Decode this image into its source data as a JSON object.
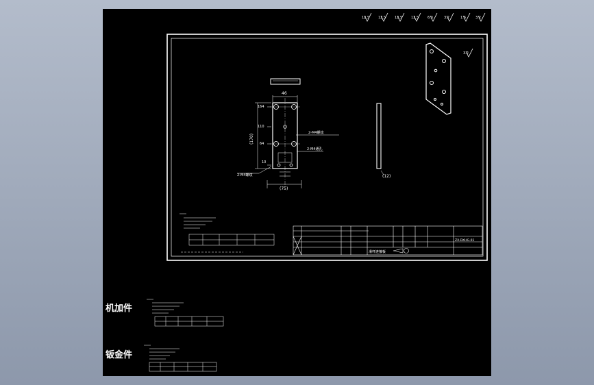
{
  "side_labels": {
    "machined": "机加件",
    "sheet_metal": "钣金件"
  },
  "dimensions": {
    "top_width": "46",
    "heights": [
      "164",
      "110",
      "64",
      "10"
    ],
    "overall_height": "(170)",
    "overall_width": "(75)",
    "thickness": "(12)",
    "hole_note_1": "2-M4螺纹",
    "hole_note_2": "2-M4通孔",
    "hole_note_3": "2-M4螺纹"
  },
  "roughness_marks": [
    "12.5",
    "12.5",
    "12.5",
    "12.5",
    "6.3",
    "3.2",
    "1.6",
    "3.2"
  ],
  "iso_roughness": "3.2",
  "title_block": {
    "title": "滑杆连接板",
    "drawing_no": "ZX-DXHG-01"
  }
}
